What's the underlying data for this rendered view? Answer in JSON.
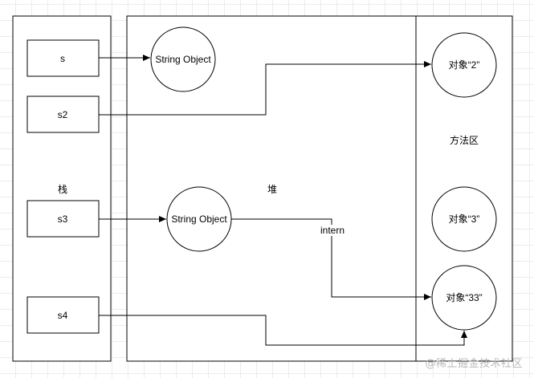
{
  "diagram": {
    "stack_label": "栈",
    "heap_label": "堆",
    "method_area_label": "方法区",
    "variables": [
      "s",
      "s2",
      "s3",
      "s4"
    ],
    "heap_objects": [
      "String Object",
      "String Object"
    ],
    "method_area_objects": [
      "对象“2”",
      "对象“3”",
      "对象“33”"
    ],
    "edge_label": "intern"
  },
  "watermark": "@稀土掘金技术社区",
  "colors": {
    "stroke": "#000000",
    "grid": "#ececec",
    "watermark": "#b8b8b8"
  }
}
